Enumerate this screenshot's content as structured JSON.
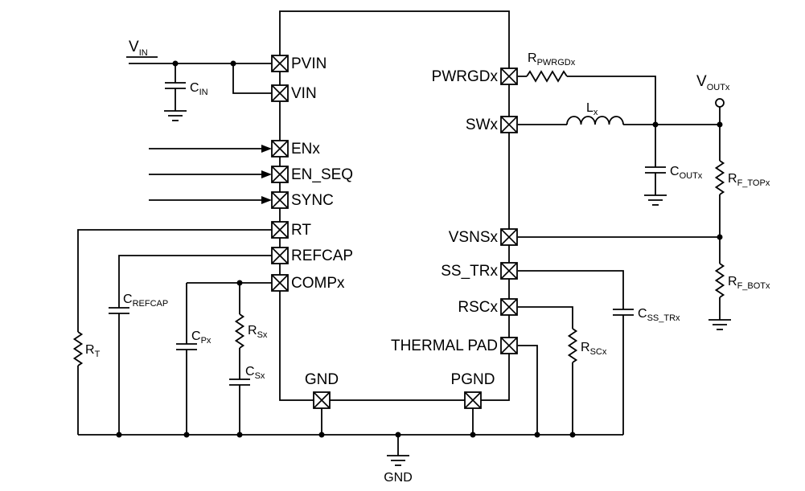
{
  "figure": {
    "type": "schematic",
    "description": "DC/DC buck converter typical application circuit"
  },
  "ic": {
    "left_pins": [
      "PVIN",
      "VIN",
      "ENx",
      "EN_SEQ",
      "SYNC",
      "RT",
      "REFCAP",
      "COMPx"
    ],
    "right_pins": [
      "PWRGDx",
      "SWx",
      "VSNSx",
      "SS_TRx",
      "RSCx",
      "THERMAL PAD"
    ],
    "bottom_pins": [
      "GND",
      "PGND"
    ]
  },
  "nets": {
    "vin": {
      "main": "V",
      "sub": "IN"
    },
    "vout": {
      "main": "V",
      "sub": "OUTx"
    },
    "gnd": "GND"
  },
  "labels": {
    "cin": {
      "main": "C",
      "sub": "IN"
    },
    "crefcap": {
      "main": "C",
      "sub": "REFCAP"
    },
    "rt": {
      "main": "R",
      "sub": "T"
    },
    "cpx": {
      "main": "C",
      "sub": "Px"
    },
    "rsx": {
      "main": "R",
      "sub": "Sx"
    },
    "csx": {
      "main": "C",
      "sub": "Sx"
    },
    "rpwrgd": {
      "main": "R",
      "sub": "PWRGDx"
    },
    "lx": {
      "main": "L",
      "sub": "x"
    },
    "coutx": {
      "main": "C",
      "sub": "OUTx"
    },
    "rftop": {
      "main": "R",
      "sub": "F_TOPx"
    },
    "rfbot": {
      "main": "R",
      "sub": "F_BOTx"
    },
    "csstr": {
      "main": "C",
      "sub": "SS_TRx"
    },
    "rscx": {
      "main": "R",
      "sub": "SCx"
    }
  }
}
